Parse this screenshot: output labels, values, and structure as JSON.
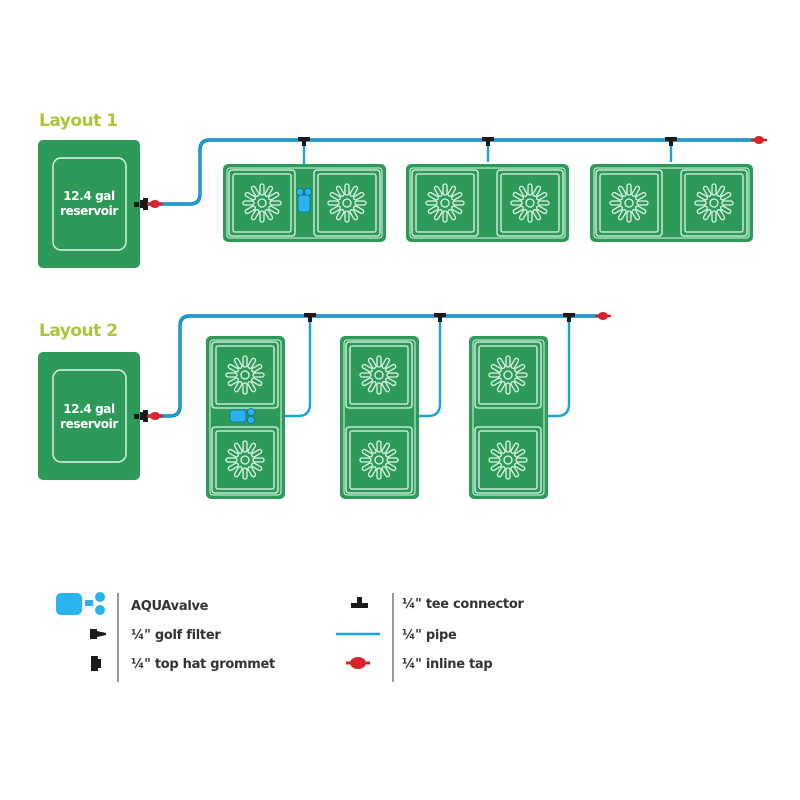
{
  "colors": {
    "title": "#a8c83a",
    "planter": "#2e9a5a",
    "planter_line": "#dff5e5",
    "pipe": "#1aa3d9",
    "pipe_outline": "#0c6f9a",
    "tap": "#d9222a",
    "fitting": "#1a1a1a",
    "valve": "#2ab3ec",
    "legend_text": "#333333"
  },
  "layout1": {
    "title": "Layout 1",
    "reservoir": {
      "line1": "12.4 gal",
      "line2": "reservoir"
    },
    "planter_count": 3,
    "orientation": "horizontal",
    "aquavalve_in_planter": 1
  },
  "layout2": {
    "title": "Layout 2",
    "reservoir": {
      "line1": "12.4 gal",
      "line2": "reservoir"
    },
    "planter_count": 3,
    "orientation": "vertical",
    "aquavalve_in_planter": 1
  },
  "legend": {
    "left": [
      {
        "icon": "aquavalve-icon",
        "label": "AQUAvalve"
      },
      {
        "icon": "golf-filter-icon",
        "label": "¼\" golf filter"
      },
      {
        "icon": "top-hat-grommet-icon",
        "label": "¼\" top hat grommet"
      }
    ],
    "right": [
      {
        "icon": "tee-connector-icon",
        "label": "¼\" tee connector"
      },
      {
        "icon": "pipe-icon",
        "label": "¼\" pipe"
      },
      {
        "icon": "inline-tap-icon",
        "label": "¼\" inline tap"
      }
    ]
  }
}
